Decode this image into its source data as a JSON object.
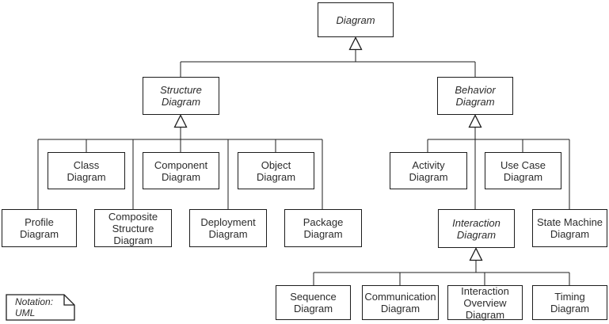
{
  "nodes": {
    "diagram": {
      "label": "Diagram",
      "abstract": true
    },
    "structure_diagram": {
      "label": "Structure\nDiagram",
      "abstract": true
    },
    "behavior_diagram": {
      "label": "Behavior\nDiagram",
      "abstract": true
    },
    "class_diagram": {
      "label": "Class\nDiagram",
      "abstract": false
    },
    "component_diagram": {
      "label": "Component\nDiagram",
      "abstract": false
    },
    "object_diagram": {
      "label": "Object\nDiagram",
      "abstract": false
    },
    "profile_diagram": {
      "label": "Profile\nDiagram",
      "abstract": false
    },
    "composite_structure_diagram": {
      "label": "Composite\nStructure\nDiagram",
      "abstract": false
    },
    "deployment_diagram": {
      "label": "Deployment\nDiagram",
      "abstract": false
    },
    "package_diagram": {
      "label": "Package\nDiagram",
      "abstract": false
    },
    "activity_diagram": {
      "label": "Activity\nDiagram",
      "abstract": false
    },
    "use_case_diagram": {
      "label": "Use Case\nDiagram",
      "abstract": false
    },
    "interaction_diagram": {
      "label": "Interaction\nDiagram",
      "abstract": true
    },
    "state_machine_diagram": {
      "label": "State Machine\nDiagram",
      "abstract": false
    },
    "sequence_diagram": {
      "label": "Sequence\nDiagram",
      "abstract": false
    },
    "communication_diagram": {
      "label": "Communication\nDiagram",
      "abstract": false
    },
    "interaction_overview_diagram": {
      "label": "Interaction\nOverview\nDiagram",
      "abstract": false
    },
    "timing_diagram": {
      "label": "Timing\nDiagram",
      "abstract": false
    }
  },
  "note": {
    "label": "Notation: UML"
  },
  "colors": {
    "line": "#1c1c1c",
    "box_border": "#1c1c1c",
    "box_fill": "#ffffff",
    "text": "#2b2b2b",
    "background": "#ffffff"
  }
}
